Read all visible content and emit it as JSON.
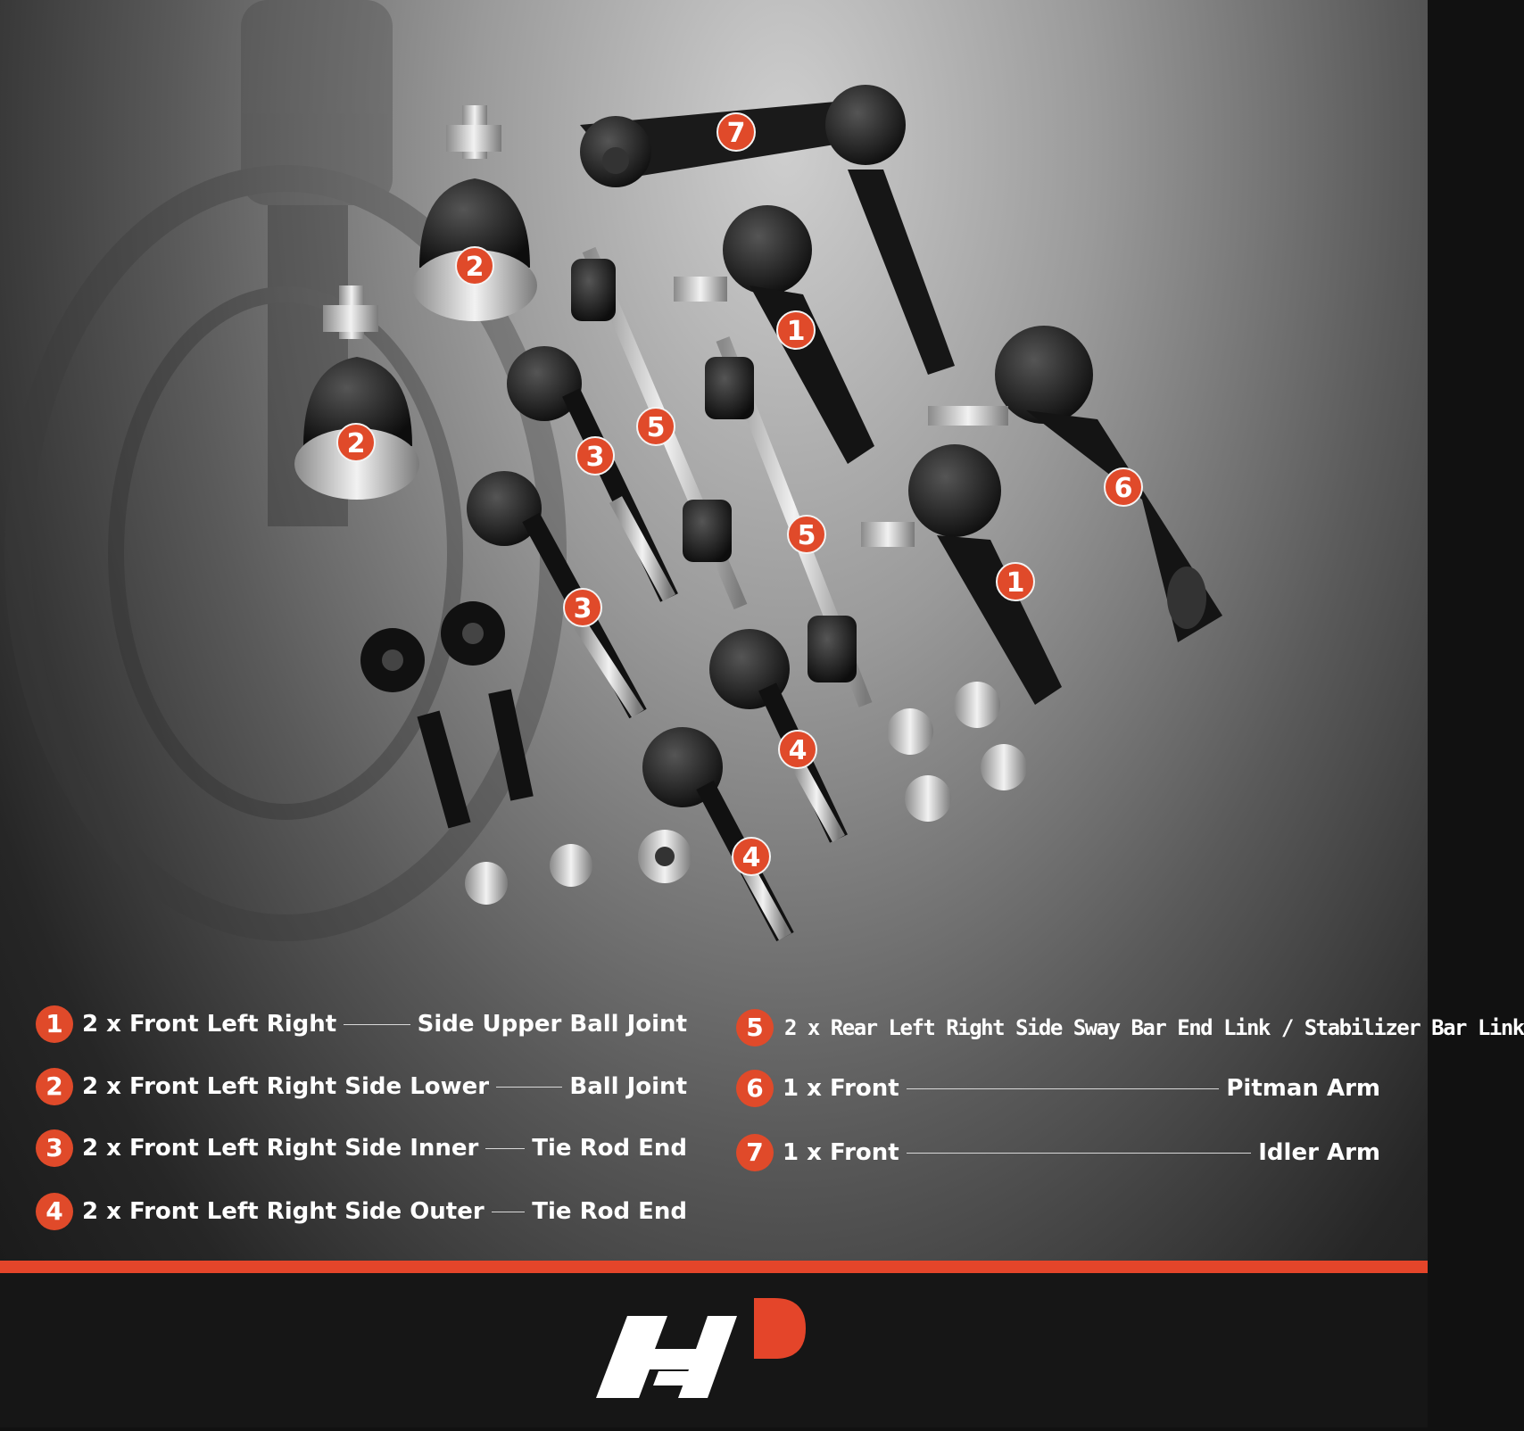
{
  "badges": [
    {
      "num": "7"
    },
    {
      "num": "2"
    },
    {
      "num": "2"
    },
    {
      "num": "1"
    },
    {
      "num": "5"
    },
    {
      "num": "3"
    },
    {
      "num": "5"
    },
    {
      "num": "6"
    },
    {
      "num": "3"
    },
    {
      "num": "1"
    },
    {
      "num": "4"
    },
    {
      "num": "4"
    }
  ],
  "legend": [
    {
      "num": "1",
      "left": "2 x Front Left Right",
      "right": "Side Upper Ball Joint"
    },
    {
      "num": "2",
      "left": "2 x Front Left Right Side Lower",
      "right": "Ball Joint"
    },
    {
      "num": "3",
      "left": "2 x Front Left Right Side Inner",
      "right": "Tie Rod End"
    },
    {
      "num": "4",
      "left": "2 x Front Left Right Side Outer",
      "right": "Tie Rod End"
    },
    {
      "num": "5",
      "left": "2 x Rear Left Right Side Sway Bar End Link / Stabilizer Bar Link",
      "right": ""
    },
    {
      "num": "6",
      "left": "1 x Front",
      "right": "Pitman Arm"
    },
    {
      "num": "7",
      "left": "1 x Front",
      "right": "Idler Arm"
    }
  ],
  "colors": {
    "accent": "#e04a2a",
    "bar": "#e4452a",
    "footer": "#161616",
    "text": "#ffffff"
  },
  "logo": {
    "icon": "brand-logo-icon"
  }
}
